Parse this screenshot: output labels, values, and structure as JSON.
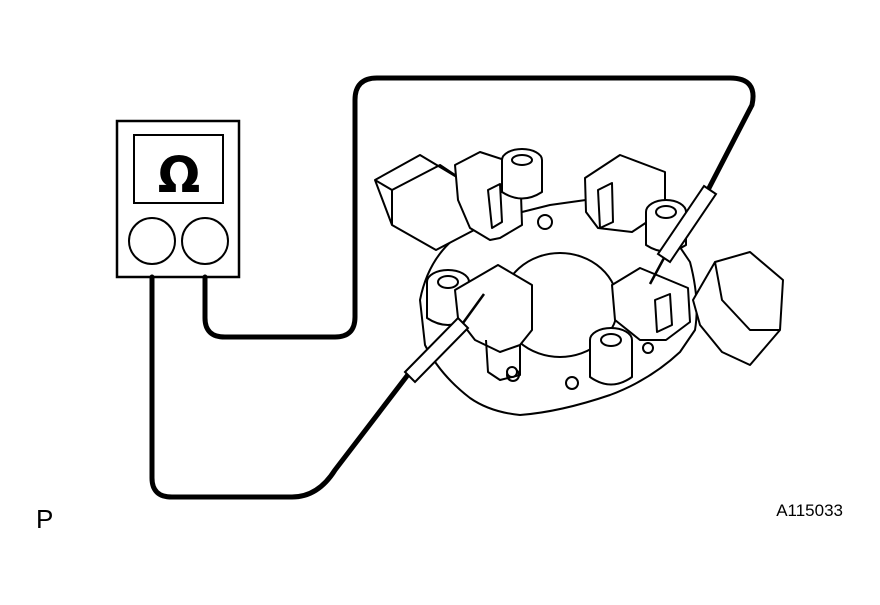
{
  "meter": {
    "symbol": "Ω"
  },
  "labels": {
    "corner_left": "P",
    "figure_code": "A115033"
  },
  "colors": {
    "line": "#000000",
    "background": "#ffffff"
  }
}
